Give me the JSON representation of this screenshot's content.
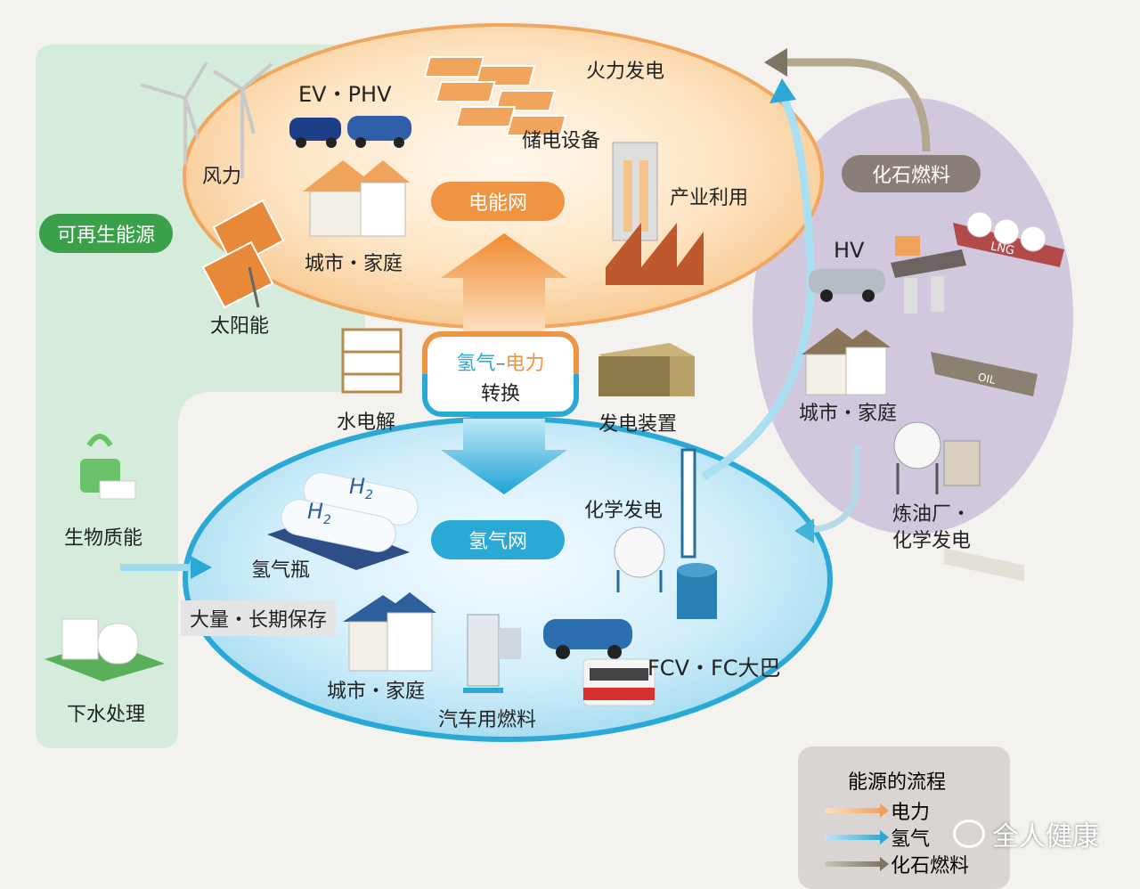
{
  "renewable": {
    "title": "可再生能源",
    "wind": "风力",
    "solar": "太阳能",
    "biomass": "生物质能",
    "sewage": "下水处理"
  },
  "electric_grid": {
    "title": "电能网",
    "ev": "EV・PHV",
    "thermal": "火力发电",
    "storage": "储电设备",
    "industry": "产业利用",
    "homes": "城市・家庭"
  },
  "conversion": {
    "hydrogen": "氢气",
    "dash": "–",
    "power": "电力",
    "label": "转换",
    "electrolysis": "水电解",
    "generator": "发电装置"
  },
  "hydrogen_grid": {
    "title": "氢气网",
    "cylinders": "氢气瓶",
    "h2": "H",
    "h2_sub": "2",
    "long_storage": "大量・长期保存",
    "homes": "城市・家庭",
    "fuel": "汽车用燃料",
    "fcv": "FCV・FC大巴",
    "chemical": "化学发电"
  },
  "fossil": {
    "title": "化石燃料",
    "hv": "HV",
    "lng": "LNG",
    "oil": "OIL",
    "homes": "城市・家庭",
    "refinery": "炼油厂・\n化学发电"
  },
  "legend": {
    "title": "能源的流程",
    "items": [
      {
        "label": "电力",
        "color": "#f0a05a"
      },
      {
        "label": "氢气",
        "color": "#2aa9d6"
      },
      {
        "label": "化石燃料",
        "color": "#7d7462"
      }
    ]
  },
  "watermark": "全人健康",
  "colors": {
    "orange": "#ef9443",
    "blue": "#2aa9d6",
    "green": "#3aa14a",
    "fossil_gray": "#8a7f78",
    "purple_bg": "#cfc6dc",
    "green_bg": "#d9eddf"
  }
}
